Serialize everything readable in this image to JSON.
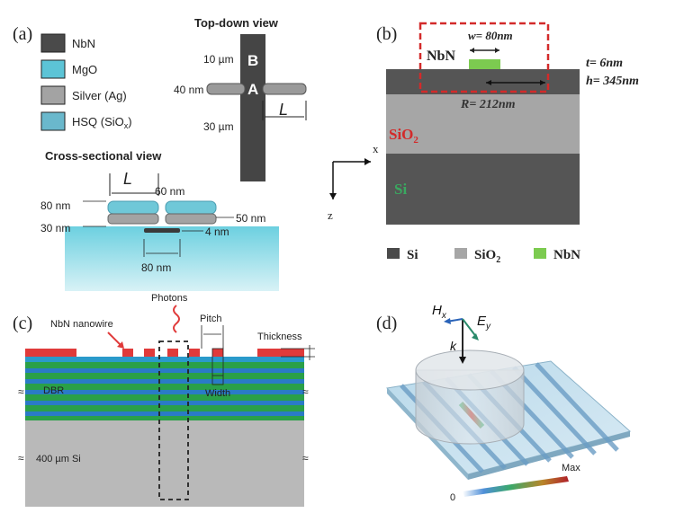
{
  "panel_a": {
    "label": "(a)",
    "legend": [
      {
        "name": "NbN",
        "color": "#4a4a4a"
      },
      {
        "name": "MgO",
        "color": "#5cc4d6"
      },
      {
        "name": "Silver (Ag)",
        "color": "#a3a3a3"
      },
      {
        "name": "HSQ (SiO",
        "sub": "x",
        "tail": ")",
        "color": "#6ab8cc"
      }
    ],
    "top_title": "Top-down view",
    "top_labels": {
      "dim_10": "10 µm",
      "dim_30": "30 µm",
      "dim_40": "40 nm",
      "B": "B",
      "A": "A",
      "L": "L"
    },
    "cross_title": "Cross-sectional view",
    "cross_labels": {
      "L": "L",
      "dim_60": "60 nm",
      "dim_80a": "80 nm",
      "dim_30": "30 nm",
      "dim_50": "50 nm",
      "dim_4": "4 nm",
      "dim_80b": "80 nm"
    }
  },
  "panel_b": {
    "label": "(b)",
    "nbn_label": "NbN",
    "w_label": "w= 80nm",
    "t_label": "t= 6nm",
    "h_label": "h= 345nm",
    "r_label": "R= 212nm",
    "sio2_label": "SiO",
    "sio2_sub": "2",
    "si_label": "Si",
    "axis_x": "x",
    "axis_z": "z",
    "legend": [
      {
        "name": "Si",
        "color": "#4a4a4a"
      },
      {
        "name": "SiO",
        "sub": "2",
        "color": "#a6a6a6"
      },
      {
        "name": "NbN",
        "color": "#7ccb50"
      }
    ]
  },
  "panel_c": {
    "label": "(c)",
    "photons": "Photons",
    "nanowire": "NbN nanowire",
    "pitch": "Pitch",
    "thickness": "Thickness",
    "width": "Width",
    "dbr": "DBR",
    "substrate": "400 µm Si"
  },
  "panel_d": {
    "label": "(d)",
    "hx": "H",
    "hx_sub": "x",
    "ey": "E",
    "ey_sub": "y",
    "k": "k",
    "max": "Max",
    "min": "0"
  }
}
